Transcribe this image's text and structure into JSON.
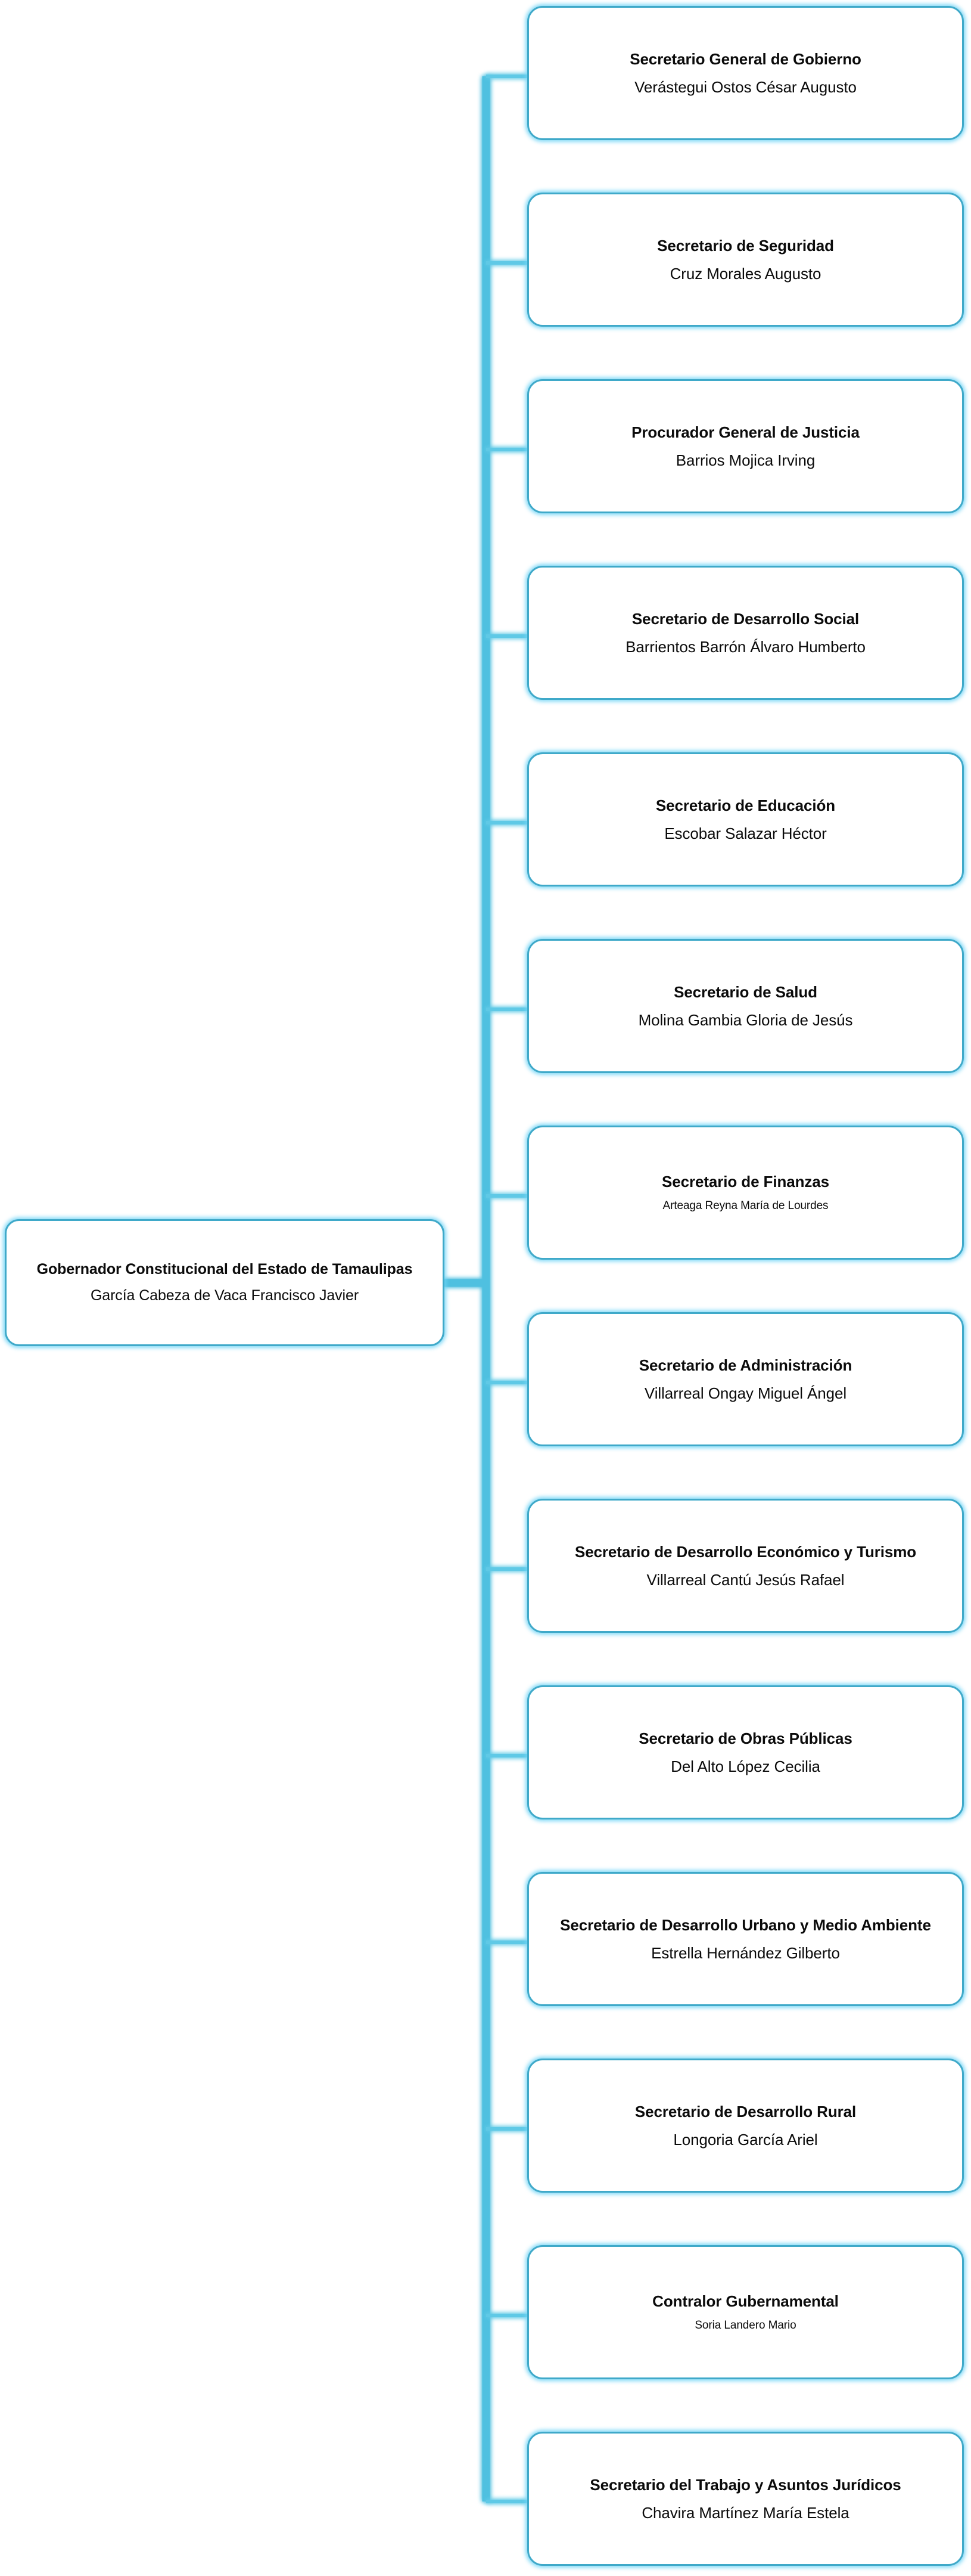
{
  "diagram": {
    "type": "organization-chart",
    "orientation": "left-root-right-children",
    "accent_color": "#3FA9C9",
    "glow_color": "#6ED4F6",
    "text_color": "#0B0B0B",
    "background_color": "#FFFFFF"
  },
  "root": {
    "role": "Gobernador Constitucional del Estado de Tamaulipas",
    "person": "García Cabeza de Vaca Francisco Javier"
  },
  "children": [
    {
      "role": "Secretario General de Gobierno",
      "person": "Verástegui Ostos César Augusto"
    },
    {
      "role": "Secretario de Seguridad",
      "person": "Cruz Morales Augusto"
    },
    {
      "role": "Procurador General de Justicia",
      "person": "Barrios Mojica Irving"
    },
    {
      "role": "Secretario de Desarrollo Social",
      "person": "Barrientos Barrón Álvaro Humberto"
    },
    {
      "role": "Secretario de Educación",
      "person": "Escobar Salazar Héctor"
    },
    {
      "role": "Secretario de Salud",
      "person": "Molina Gambia Gloria de Jesús"
    },
    {
      "role": "Secretario de Finanzas",
      "person": "Arteaga Reyna María de Lourdes"
    },
    {
      "role": "Secretario de Administración",
      "person": "Villarreal Ongay Miguel Ángel"
    },
    {
      "role": "Secretario de Desarrollo Económico y Turismo",
      "person": "Villarreal Cantú Jesús Rafael"
    },
    {
      "role": "Secretario de Obras Públicas",
      "person": "Del Alto López Cecilia"
    },
    {
      "role": "Secretario de Desarrollo Urbano y Medio Ambiente",
      "person": "Estrella Hernández Gilberto"
    },
    {
      "role": "Secretario de Desarrollo Rural",
      "person": "Longoria García Ariel"
    },
    {
      "role": "Contralor Gubernamental",
      "person": "Soria Landero Mario"
    },
    {
      "role": "Secretario del Trabajo y Asuntos Jurídicos",
      "person": "Chavira Martínez María Estela"
    }
  ]
}
